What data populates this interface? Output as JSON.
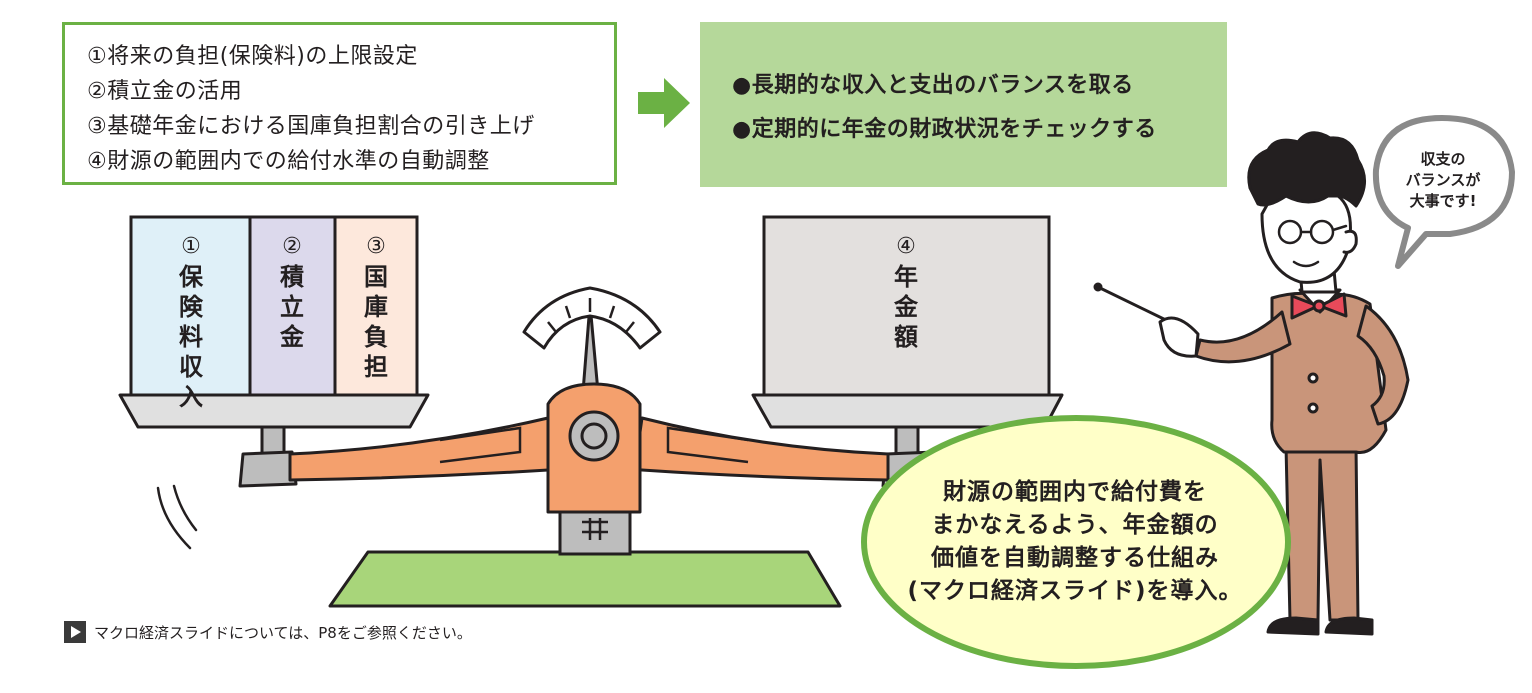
{
  "measures": [
    "①将来の負担(保険料)の上限設定",
    "②積立金の活用",
    "③基礎年金における国庫負担割合の引き上げ",
    "④財源の範囲内での給付水準の自動調整"
  ],
  "balance_points": [
    "●長期的な収入と支出のバランスを取る",
    "●定期的に年金の財政状況をチェックする"
  ],
  "left_pan": [
    {
      "num": "①",
      "text": "保険料収入"
    },
    {
      "num": "②",
      "text": "積立金"
    },
    {
      "num": "③",
      "text": "国庫負担"
    }
  ],
  "right_pan": {
    "num": "④",
    "text": "年金額"
  },
  "speech_lines": [
    "収支の",
    "バランスが",
    "大事です!"
  ],
  "callout_lines": [
    "財源の範囲内で給付費を",
    "まかなえるよう、年金額の",
    "価値を自動調整する仕組み",
    "(マクロ経済スライド)を導入。"
  ],
  "footnote": "マクロ経済スライドについては、P8をご参照ください。",
  "colors": {
    "green_border": "#6bb144",
    "green_fill": "#b5d89a",
    "block1": "#dff0f8",
    "block2": "#dcd9ec",
    "block3": "#fde8dc",
    "block4": "#e3e0de",
    "scale_orange": "#f4a06d",
    "base_green": "#a8d57a",
    "suit": "#c9957a",
    "tie": "#e84a5a"
  }
}
